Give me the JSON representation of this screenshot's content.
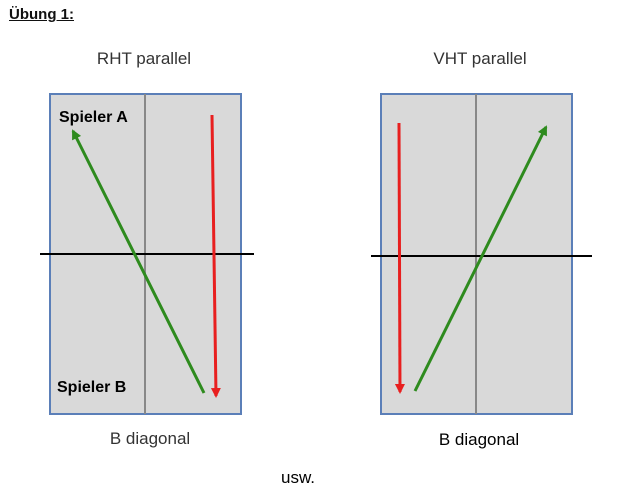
{
  "heading": "Übung 1:",
  "courts": [
    {
      "title": "RHT parallel",
      "caption": "B diagonal",
      "player_top": "Spieler A",
      "player_bottom": "Spieler B"
    },
    {
      "title": "VHT parallel",
      "caption": "B diagonal"
    }
  ],
  "footer": "usw.",
  "colors": {
    "court_fill": "#d9d9d9",
    "court_border": "#5b7fb8",
    "center_line": "#888888",
    "net": "#000000",
    "green_arrow": "#2e8b1e",
    "red_arrow": "#e81f1f"
  }
}
